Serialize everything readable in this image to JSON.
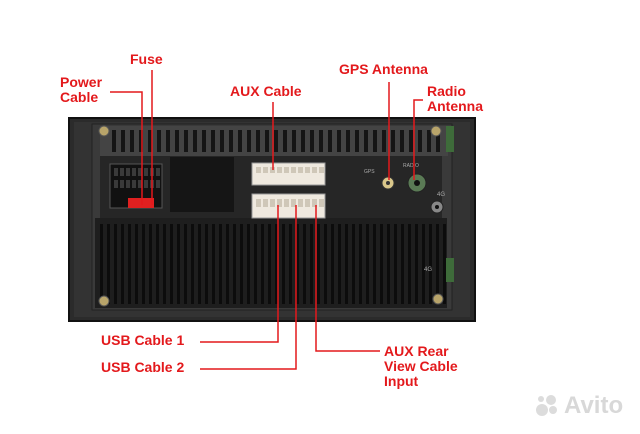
{
  "labels": {
    "fuse": "Fuse",
    "power_cable": "Power\nCable",
    "aux_cable": "AUX Cable",
    "gps_antenna": "GPS Antenna",
    "radio_antenna": "Radio\nAntenna",
    "usb_cable_1": "USB Cable 1",
    "usb_cable_2": "USB Cable 2",
    "aux_rear_view": "AUX Rear\nView Cable\nInput"
  },
  "unit_markings": {
    "gps": "GPS",
    "radio": "RADIO",
    "mark_4g": "4G",
    "mark_4g_bottom": "4G"
  },
  "watermark": {
    "text": "Avito"
  },
  "colors": {
    "label": "#e3191c",
    "leader": "#e3191c",
    "chassis": "#2a2a2a",
    "heatsink": "#1e1e1e"
  }
}
